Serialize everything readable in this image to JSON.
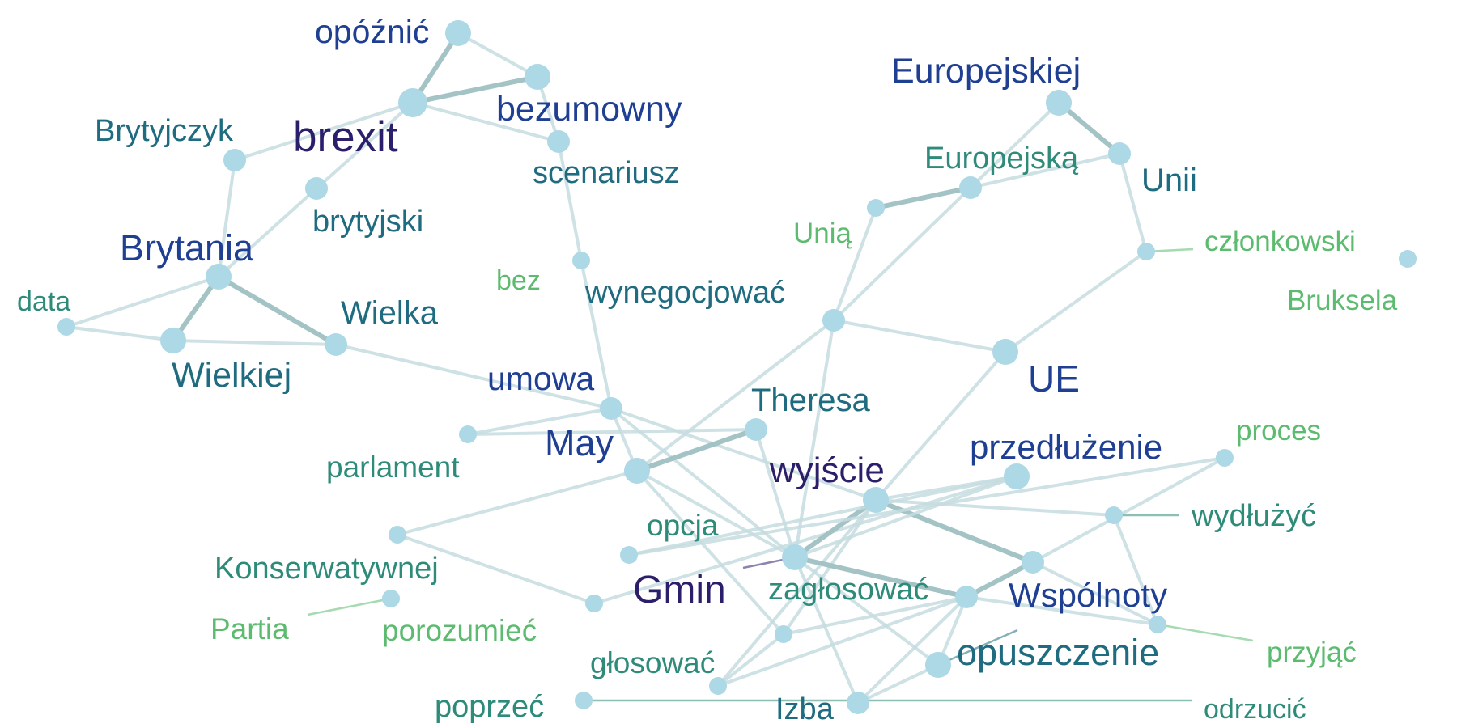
{
  "palette": {
    "edge": "#c5dcdf",
    "edge_strong": "#9fc0c2",
    "node": "#add8e6",
    "label_levels": [
      "#2b1f6b",
      "#1f3f93",
      "#1f6b80",
      "#2e8b7a",
      "#5dbb70"
    ]
  },
  "nodes": [
    {
      "id": "opoznic",
      "label": "opóźnić",
      "level": 1,
      "size": "l"
    },
    {
      "id": "bezumowny",
      "label": "bezumowny",
      "level": 1,
      "size": "l"
    },
    {
      "id": "brexit",
      "label": "brexit",
      "level": 0,
      "size": "xl"
    },
    {
      "id": "brytyjczyk",
      "label": "Brytyjczyk",
      "level": 2,
      "size": "m"
    },
    {
      "id": "scenariusz",
      "label": "scenariusz",
      "level": 2,
      "size": "m"
    },
    {
      "id": "brytyjski",
      "label": "brytyjski",
      "level": 2,
      "size": "m"
    },
    {
      "id": "brytania",
      "label": "Brytania",
      "level": 1,
      "size": "l"
    },
    {
      "id": "data",
      "label": "data",
      "level": 3,
      "size": "s"
    },
    {
      "id": "wielkiej",
      "label": "Wielkiej",
      "level": 2,
      "size": "l"
    },
    {
      "id": "wielka",
      "label": "Wielka",
      "level": 2,
      "size": "m"
    },
    {
      "id": "bez",
      "label": "bez",
      "level": 4,
      "size": "s"
    },
    {
      "id": "wynegocjowac",
      "label": "wynegocjować",
      "level": 2,
      "size": "m"
    },
    {
      "id": "europejskiej",
      "label": "Europejskiej",
      "level": 1,
      "size": "l"
    },
    {
      "id": "europejska",
      "label": "Europejską",
      "level": 3,
      "size": "m"
    },
    {
      "id": "unii",
      "label": "Unii",
      "level": 2,
      "size": "m"
    },
    {
      "id": "unia",
      "label": "Unią",
      "level": 4,
      "size": "s"
    },
    {
      "id": "czlonkowski",
      "label": "członkowski",
      "level": 4,
      "size": "s"
    },
    {
      "id": "bruksela",
      "label": "Bruksela",
      "level": 4,
      "size": "s"
    },
    {
      "id": "ue",
      "label": "UE",
      "level": 1,
      "size": "l"
    },
    {
      "id": "umowa",
      "label": "umowa",
      "level": 1,
      "size": "m"
    },
    {
      "id": "theresa",
      "label": "Theresa",
      "level": 2,
      "size": "m"
    },
    {
      "id": "parlament",
      "label": "parlament",
      "level": 3,
      "size": "s"
    },
    {
      "id": "may",
      "label": "May",
      "level": 1,
      "size": "l"
    },
    {
      "id": "wyjscie",
      "label": "wyjście",
      "level": 0,
      "size": "l"
    },
    {
      "id": "przedluzenie",
      "label": "przedłużenie",
      "level": 1,
      "size": "l"
    },
    {
      "id": "proces",
      "label": "proces",
      "level": 4,
      "size": "s"
    },
    {
      "id": "wydluzyc",
      "label": "wydłużyć",
      "level": 3,
      "size": "s"
    },
    {
      "id": "opcja",
      "label": "opcja",
      "level": 3,
      "size": "s"
    },
    {
      "id": "konserwatywnej",
      "label": "Konserwatywnej",
      "level": 3,
      "size": "s"
    },
    {
      "id": "gmin",
      "label": "Gmin",
      "level": 0,
      "size": "l"
    },
    {
      "id": "zaglosowac",
      "label": "zagłosować",
      "level": 3,
      "size": "m"
    },
    {
      "id": "wspolnoty",
      "label": "Wspólnoty",
      "level": 1,
      "size": "m"
    },
    {
      "id": "partia",
      "label": "Partia",
      "level": 4,
      "size": "s"
    },
    {
      "id": "porozumiec",
      "label": "porozumieć",
      "level": 4,
      "size": "s"
    },
    {
      "id": "przyjac",
      "label": "przyjąć",
      "level": 4,
      "size": "s"
    },
    {
      "id": "glosowac",
      "label": "głosować",
      "level": 3,
      "size": "s"
    },
    {
      "id": "opuszczenie",
      "label": "opuszczenie",
      "level": 2,
      "size": "l"
    },
    {
      "id": "poprzec",
      "label": "poprzeć",
      "level": 3,
      "size": "s"
    },
    {
      "id": "izba",
      "label": "Izba",
      "level": 2,
      "size": "m"
    },
    {
      "id": "odrzucic",
      "label": "odrzucić",
      "level": 3,
      "size": "s"
    }
  ],
  "edges": [
    [
      "opoznic",
      "brexit",
      "strong"
    ],
    [
      "opoznic",
      "bezumowny",
      "normal"
    ],
    [
      "brexit",
      "bezumowny",
      "strong"
    ],
    [
      "brexit",
      "scenariusz",
      "normal"
    ],
    [
      "bezumowny",
      "scenariusz",
      "normal"
    ],
    [
      "brexit",
      "brytyjczyk",
      "normal"
    ],
    [
      "brexit",
      "brytyjski",
      "normal"
    ],
    [
      "brytyjczyk",
      "brytania",
      "normal"
    ],
    [
      "brytyjski",
      "brytania",
      "normal"
    ],
    [
      "brytania",
      "wielkiej",
      "strong"
    ],
    [
      "brytania",
      "wielka",
      "strong"
    ],
    [
      "brytania",
      "data",
      "normal"
    ],
    [
      "data",
      "wielkiej",
      "normal"
    ],
    [
      "wielkiej",
      "wielka",
      "normal"
    ],
    [
      "wielka",
      "umowa",
      "normal"
    ],
    [
      "scenariusz",
      "bez",
      "normal"
    ],
    [
      "bez",
      "umowa",
      "normal"
    ],
    [
      "europejskiej",
      "unii",
      "strong"
    ],
    [
      "europejskiej",
      "europejska",
      "normal"
    ],
    [
      "unii",
      "europejska",
      "normal"
    ],
    [
      "europejska",
      "unia",
      "strong"
    ],
    [
      "europejska",
      "wynegocjowac",
      "normal"
    ],
    [
      "unia",
      "wynegocjowac",
      "normal"
    ],
    [
      "unii",
      "czlonkowski",
      "normal"
    ],
    [
      "czlonkowski",
      "ue",
      "normal"
    ],
    [
      "wynegocjowac",
      "ue",
      "normal"
    ],
    [
      "wynegocjowac",
      "may",
      "normal"
    ],
    [
      "wynegocjowac",
      "gmin",
      "normal"
    ],
    [
      "ue",
      "wyjscie",
      "normal"
    ],
    [
      "umowa",
      "may",
      "normal"
    ],
    [
      "umowa",
      "parlament",
      "normal"
    ],
    [
      "umowa",
      "wyjscie",
      "normal"
    ],
    [
      "umowa",
      "gmin",
      "normal"
    ],
    [
      "parlament",
      "theresa",
      "normal"
    ],
    [
      "theresa",
      "may",
      "strong"
    ],
    [
      "theresa",
      "gmin",
      "normal"
    ],
    [
      "may",
      "konserwatywnej",
      "normal"
    ],
    [
      "may",
      "gmin",
      "normal"
    ],
    [
      "may",
      "glosowac",
      "normal"
    ],
    [
      "konserwatywnej",
      "porozumiec",
      "normal"
    ],
    [
      "porozumiec",
      "przedluzenie",
      "normal"
    ],
    [
      "wyjscie",
      "przedluzenie",
      "normal"
    ],
    [
      "wyjscie",
      "wydluzyc",
      "normal"
    ],
    [
      "wyjscie",
      "wspolnoty",
      "strong"
    ],
    [
      "wyjscie",
      "gmin",
      "strong"
    ],
    [
      "wyjscie",
      "glosowac",
      "normal"
    ],
    [
      "wyjscie",
      "poprzec",
      "normal"
    ],
    [
      "opcja",
      "przedluzenie",
      "normal"
    ],
    [
      "opcja",
      "proces",
      "normal"
    ],
    [
      "przedluzenie",
      "gmin",
      "normal"
    ],
    [
      "gmin",
      "zaglosowac",
      "strong"
    ],
    [
      "gmin",
      "izba",
      "normal"
    ],
    [
      "gmin",
      "opuszczenie",
      "normal"
    ],
    [
      "zaglosowac",
      "wspolnoty",
      "strong"
    ],
    [
      "zaglosowac",
      "przyjac",
      "normal"
    ],
    [
      "zaglosowac",
      "izba",
      "normal"
    ],
    [
      "zaglosowac",
      "opuszczenie",
      "normal"
    ],
    [
      "zaglosowac",
      "poprzec",
      "normal"
    ],
    [
      "wspolnoty",
      "proces",
      "normal"
    ],
    [
      "wspolnoty",
      "przyjac",
      "normal"
    ],
    [
      "wydluzyc",
      "przyjac",
      "normal"
    ],
    [
      "glosowac",
      "zaglosowac",
      "normal"
    ],
    [
      "glosowac",
      "poprzec",
      "normal"
    ],
    [
      "opuszczenie",
      "izba",
      "normal"
    ]
  ]
}
